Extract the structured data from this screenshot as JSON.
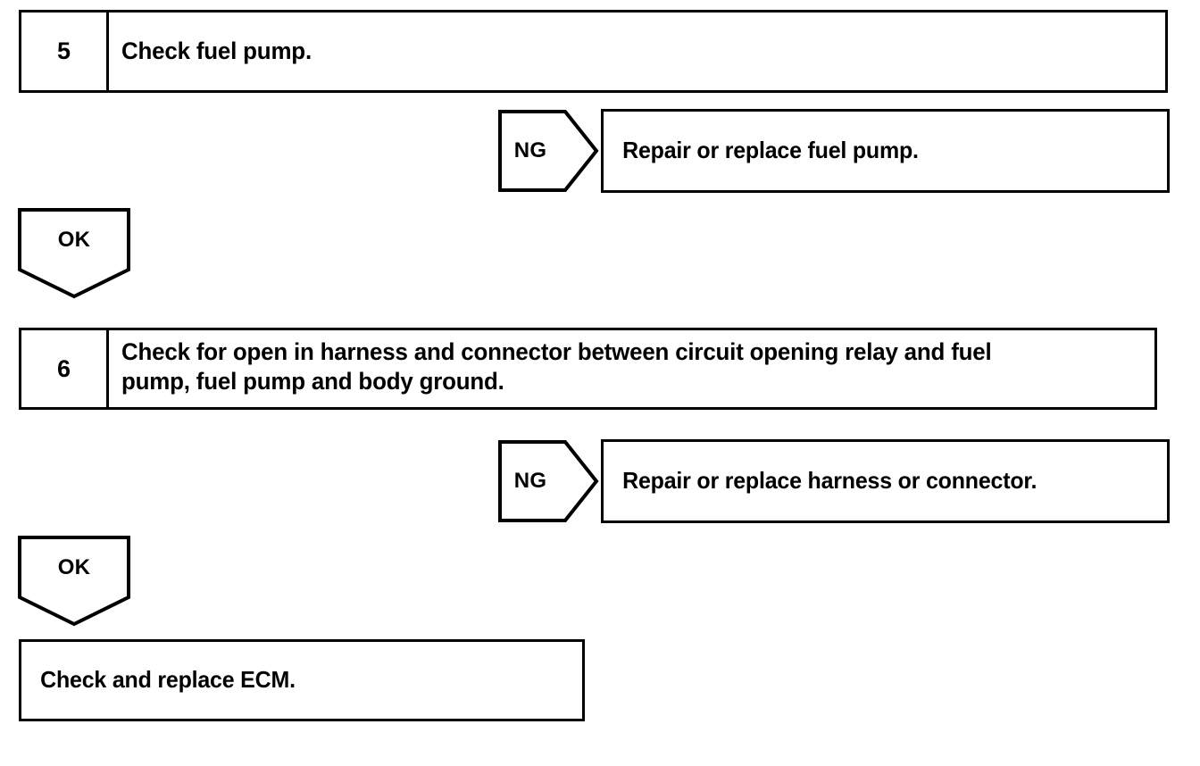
{
  "page": {
    "title": "Troubleshooting flowchart - fuel pump circuit",
    "background_color": "#ffffff",
    "line_color": "#000000",
    "text_color": "#000000"
  },
  "steps": [
    {
      "number": "5",
      "instruction": "Check fuel pump.",
      "ng_label": "NG",
      "ng_action": "Repair or replace fuel pump.",
      "ok_label": "OK"
    },
    {
      "number": "6",
      "instruction": "Check for open in harness and connector between circuit opening relay and fuel\npump, fuel pump and body ground.",
      "ng_label": "NG",
      "ng_action": "Repair or replace harness or connector.",
      "ok_label": "OK"
    }
  ],
  "final_action": {
    "label": "Check and replace ECM."
  }
}
